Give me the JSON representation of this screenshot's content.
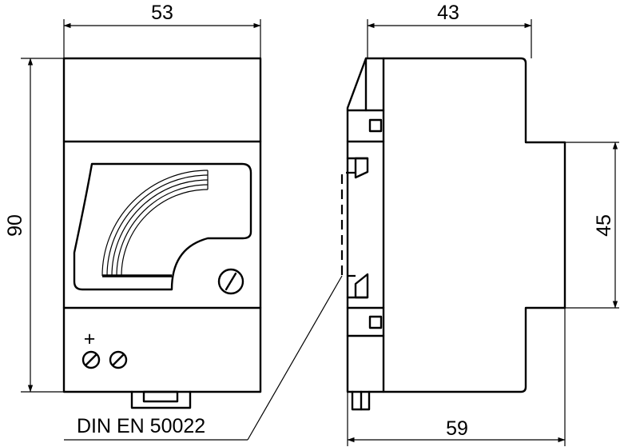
{
  "dimensions": {
    "front_width": "53",
    "front_height": "90",
    "side_depth_top": "43",
    "side_depth_bottom": "59",
    "side_height": "45"
  },
  "labels": {
    "rail_standard": "DIN EN 50022",
    "terminal_polarity": "+"
  }
}
